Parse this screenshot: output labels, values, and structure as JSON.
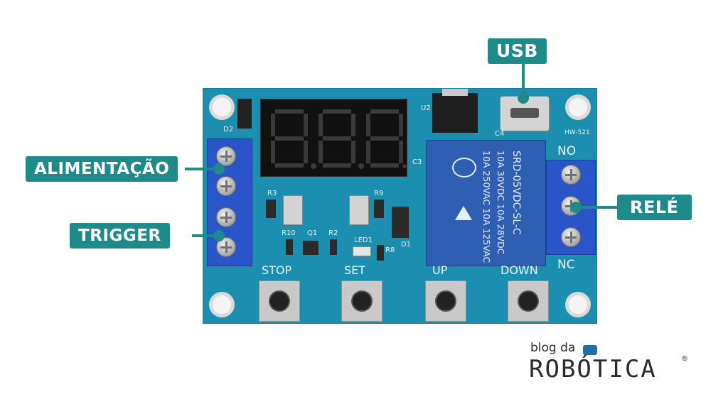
{
  "callouts": {
    "usb": "USB",
    "alimentacao": "ALIMENTAÇÃO",
    "trigger": "TRIGGER",
    "rele": "RELÉ"
  },
  "board": {
    "model": "HW-521",
    "display_text": "8.8.8.",
    "labels": {
      "no": "NO",
      "nc": "NC",
      "d2": "D2",
      "u2": "U2",
      "c4": "C4",
      "c3": "C3",
      "r3": "R3",
      "r9": "R9",
      "r10": "R10",
      "q1": "Q1",
      "r2": "R2",
      "led1": "LED1",
      "r8": "R8",
      "d1": "D1"
    },
    "buttons": [
      "STOP",
      "SET",
      "UP",
      "DOWN"
    ],
    "relay": {
      "line1": "10A 250VAC  10A 125VAC",
      "line2": "10A  30VDC  10A  28VDC",
      "line3": "SRD-05VDC-SL-C"
    }
  },
  "brand": {
    "line1": "blog da",
    "line2": "ROBÓTICA",
    "registered": "®"
  },
  "colors": {
    "accent": "#1f8a8a",
    "pcb": "#1c8fb0",
    "terminal": "#2a55c8",
    "relay": "#2e5fb3"
  }
}
